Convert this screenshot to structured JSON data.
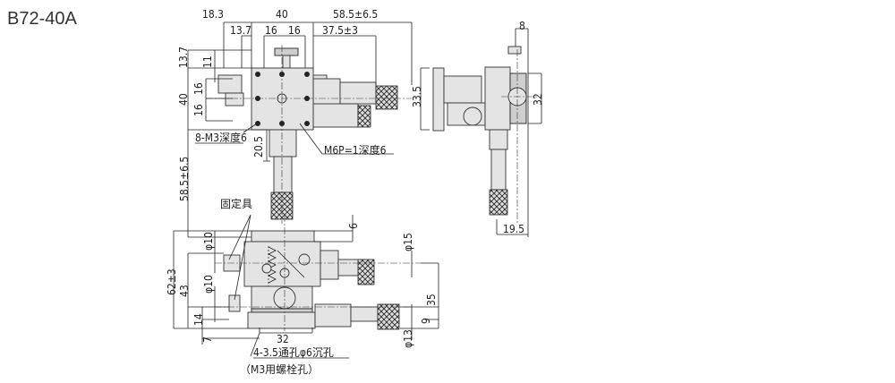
{
  "model": "B72-40A",
  "top_view": {
    "dims": [
      "18.3",
      "40",
      "58.5±6.5",
      "13.7",
      "16",
      "16",
      "37.5±3",
      "13.7",
      "11",
      "40",
      "16",
      "16",
      "33.5",
      "20.5",
      "58.5±6.5"
    ],
    "callouts": {
      "tapped_holes": "8-M3深度6",
      "center_hole": "M6P=1深度6",
      "clamp": "固定具"
    }
  },
  "side_view": {
    "dims": [
      "8",
      "32",
      "19.5"
    ]
  },
  "front_view": {
    "dims": [
      "6",
      "φ10",
      "62±3",
      "φ10",
      "43",
      "14",
      "7",
      "φ15",
      "35",
      "9",
      "φ13",
      "32"
    ],
    "callouts": {
      "mount_holes": "4-3.5通孔φ6沉孔",
      "mount_note": "（M3用螺栓孔）"
    }
  }
}
